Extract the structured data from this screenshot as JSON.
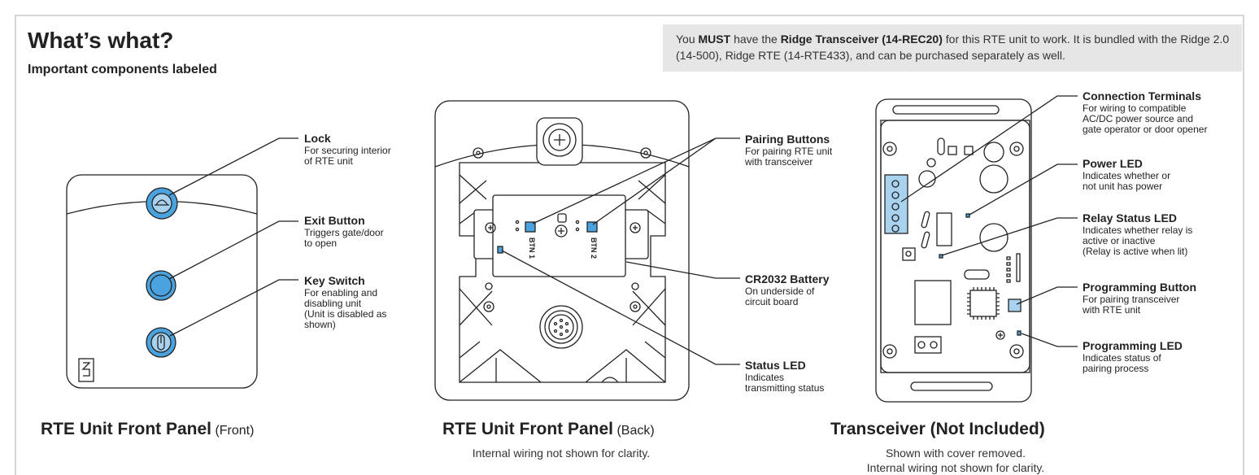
{
  "header": {
    "title": "What’s what?",
    "subtitle": "Important components labeled"
  },
  "notice": {
    "prefix": "You ",
    "must": "MUST",
    "mid": " have the ",
    "product": "Ridge Transceiver (14-REC20)",
    "rest": " for this RTE unit to work. It is bundled with the Ridge 2.0 (14-500), Ridge RTE (14-RTE433), and can be purchased separately as well."
  },
  "front": {
    "caption_main": "RTE Unit Front Panel",
    "caption_sub": " (Front)",
    "labels": {
      "lock": {
        "title": "Lock",
        "line1": "For securing interior",
        "line2": "of RTE unit"
      },
      "exit": {
        "title": "Exit Button",
        "line1": "Triggers gate/door",
        "line2": "to open"
      },
      "key": {
        "title": "Key Switch",
        "line1": "For enabling and",
        "line2": "disabling unit",
        "line3": "(Unit is disabled as",
        "line4": "shown)"
      }
    }
  },
  "back": {
    "caption_main": "RTE Unit Front Panel",
    "caption_sub": " (Back)",
    "note": "Internal wiring not shown for clarity.",
    "btn1": "BTN 1",
    "btn2": "BTN 2",
    "labels": {
      "pairing": {
        "title": "Pairing Buttons",
        "line1": "For pairing RTE unit",
        "line2": "with transceiver"
      },
      "battery": {
        "title": "CR2032 Battery",
        "line1": "On underside of",
        "line2": "circuit board"
      },
      "status": {
        "title": "Status LED",
        "line1": "Indicates",
        "line2": "transmitting status"
      }
    }
  },
  "transceiver": {
    "caption": "Transceiver (Not Included)",
    "note1": "Shown with cover removed.",
    "note2": "Internal wiring not shown for clarity.",
    "labels": {
      "terminals": {
        "title": "Connection Terminals",
        "line1": "For wiring to compatible",
        "line2": "AC/DC power source and",
        "line3": "gate operator or door opener"
      },
      "power": {
        "title": "Power LED",
        "line1": "Indicates whether or",
        "line2": "not unit has power"
      },
      "relay": {
        "title": "Relay Status LED",
        "line1": "Indicates whether relay is",
        "line2": "active or inactive",
        "line3": "(Relay is active when lit)"
      },
      "progbtn": {
        "title": "Programming Button",
        "line1": "For pairing transceiver",
        "line2": "with RTE unit"
      },
      "progled": {
        "title": "Programming LED",
        "line1": "Indicates status of",
        "line2": "pairing process"
      }
    }
  },
  "colors": {
    "accent": "#4aa3df",
    "accent_light": "#a9d2ee",
    "line": "#222222",
    "notice_bg": "#e6e6e6"
  }
}
